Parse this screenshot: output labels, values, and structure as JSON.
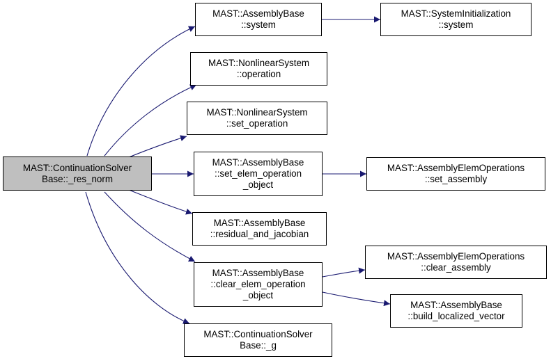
{
  "root": {
    "lines": [
      "MAST::ContinuationSolver",
      "Base::_res_norm"
    ]
  },
  "calls": [
    {
      "lines": [
        "MAST::AssemblyBase",
        "::system"
      ]
    },
    {
      "lines": [
        "MAST::SystemInitialization",
        "::system"
      ]
    },
    {
      "lines": [
        "MAST::NonlinearSystem",
        "::operation"
      ]
    },
    {
      "lines": [
        "MAST::NonlinearSystem",
        "::set_operation"
      ]
    },
    {
      "lines": [
        "MAST::AssemblyBase",
        "::set_elem_operation",
        "_object"
      ]
    },
    {
      "lines": [
        "MAST::AssemblyElemOperations",
        "::set_assembly"
      ]
    },
    {
      "lines": [
        "MAST::AssemblyBase",
        "::residual_and_jacobian"
      ]
    },
    {
      "lines": [
        "MAST::AssemblyBase",
        "::clear_elem_operation",
        "_object"
      ]
    },
    {
      "lines": [
        "MAST::AssemblyElemOperations",
        "::clear_assembly"
      ]
    },
    {
      "lines": [
        "MAST::AssemblyBase",
        "::build_localized_vector"
      ]
    },
    {
      "lines": [
        "MAST::ContinuationSolver",
        "Base::_g"
      ]
    }
  ],
  "colors": {
    "edge": "#191970",
    "root_fill": "#bfbfbf",
    "node_fill": "#ffffff",
    "border": "#000000"
  }
}
